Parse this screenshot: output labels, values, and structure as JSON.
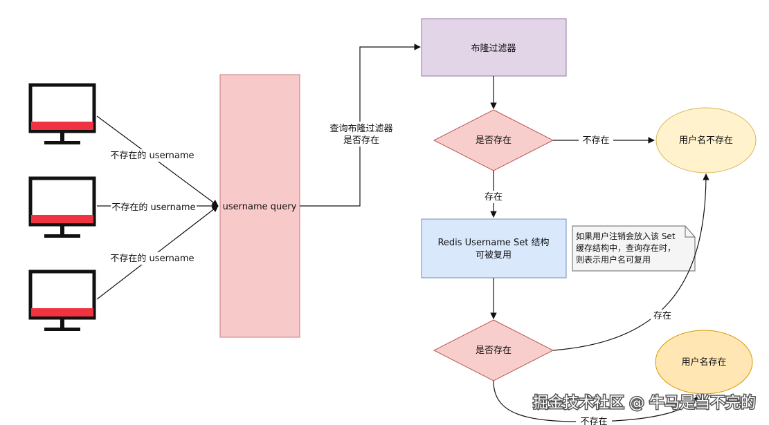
{
  "nodes": {
    "query": "username query",
    "bloom": "布隆过滤器",
    "decision1": "是否存在",
    "not_exist_user": "用户名不存在",
    "redis_line1": "Redis Username Set 结构",
    "redis_line2": "可被复用",
    "decision2": "是否存在",
    "exist_user": "用户名存在",
    "note_line1": "如果用户注销会放入该 Set",
    "note_line2": "缓存结构中，查询存在时，",
    "note_line3": "则表示用户名可复用"
  },
  "edges": {
    "client1": "不存在的 username",
    "client2": "不存在的 username",
    "client3": "不存在的 username",
    "to_bloom_line1": "查询布隆过滤器",
    "to_bloom_line2": "是否存在",
    "d1_no": "不存在",
    "d1_yes": "存在",
    "d2_yes": "存在",
    "d2_no": "不存在"
  },
  "watermark": "掘金技术社区 @ 牛马是当不完的",
  "colors": {
    "monitor_frame": "#111111",
    "monitor_bar": "#ef3340",
    "query_fill": "#f8c9c9",
    "query_stroke": "#c47a7a",
    "bloom_fill": "#e1d5e7",
    "bloom_stroke": "#9673a6",
    "decision_fill": "#f8cecc",
    "decision_stroke": "#b85450",
    "ellipse_fill": "#fff2cc",
    "ellipse_stroke": "#d6b656",
    "ellipse2_fill": "#ffe6b3",
    "ellipse2_stroke": "#d79b00",
    "redis_fill": "#dae8fc",
    "redis_stroke": "#6c8ebf",
    "note_fill": "#f5f5f5",
    "note_stroke": "#666666"
  }
}
